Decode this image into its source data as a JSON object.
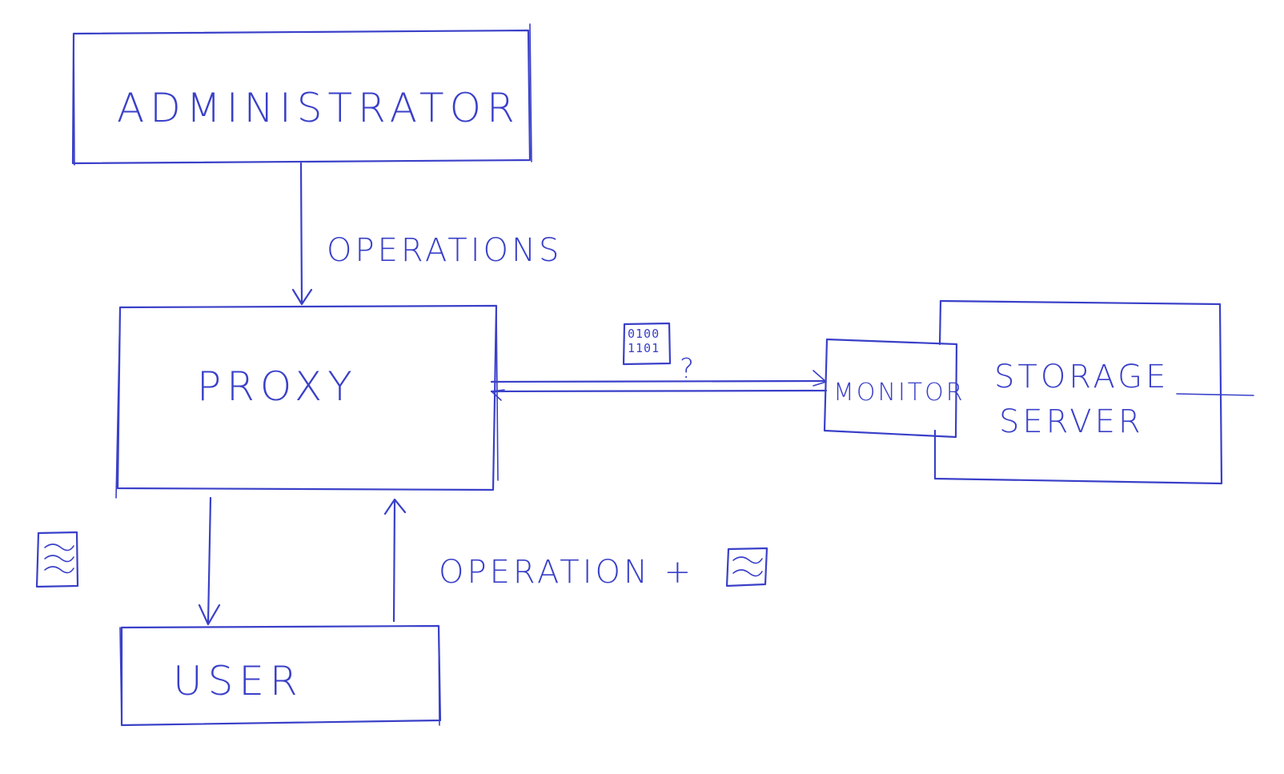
{
  "nodes": {
    "administrator": "ADMINISTRATOR",
    "proxy": "PROXY",
    "user": "USER",
    "monitor": "MONITOR",
    "storage_line1": "STORAGE",
    "storage_line2": "SERVER"
  },
  "edges": {
    "admin_to_proxy": "OPERATIONS",
    "user_to_proxy": "OPERATION +"
  },
  "icons": {
    "binary_line1": "0100",
    "binary_line2": "1101",
    "question_mark": "?",
    "binary_icon": "binary-data-icon",
    "document_icon": "document-icon"
  },
  "colors": {
    "ink": "#3a40c8",
    "background": "#ffffff"
  }
}
